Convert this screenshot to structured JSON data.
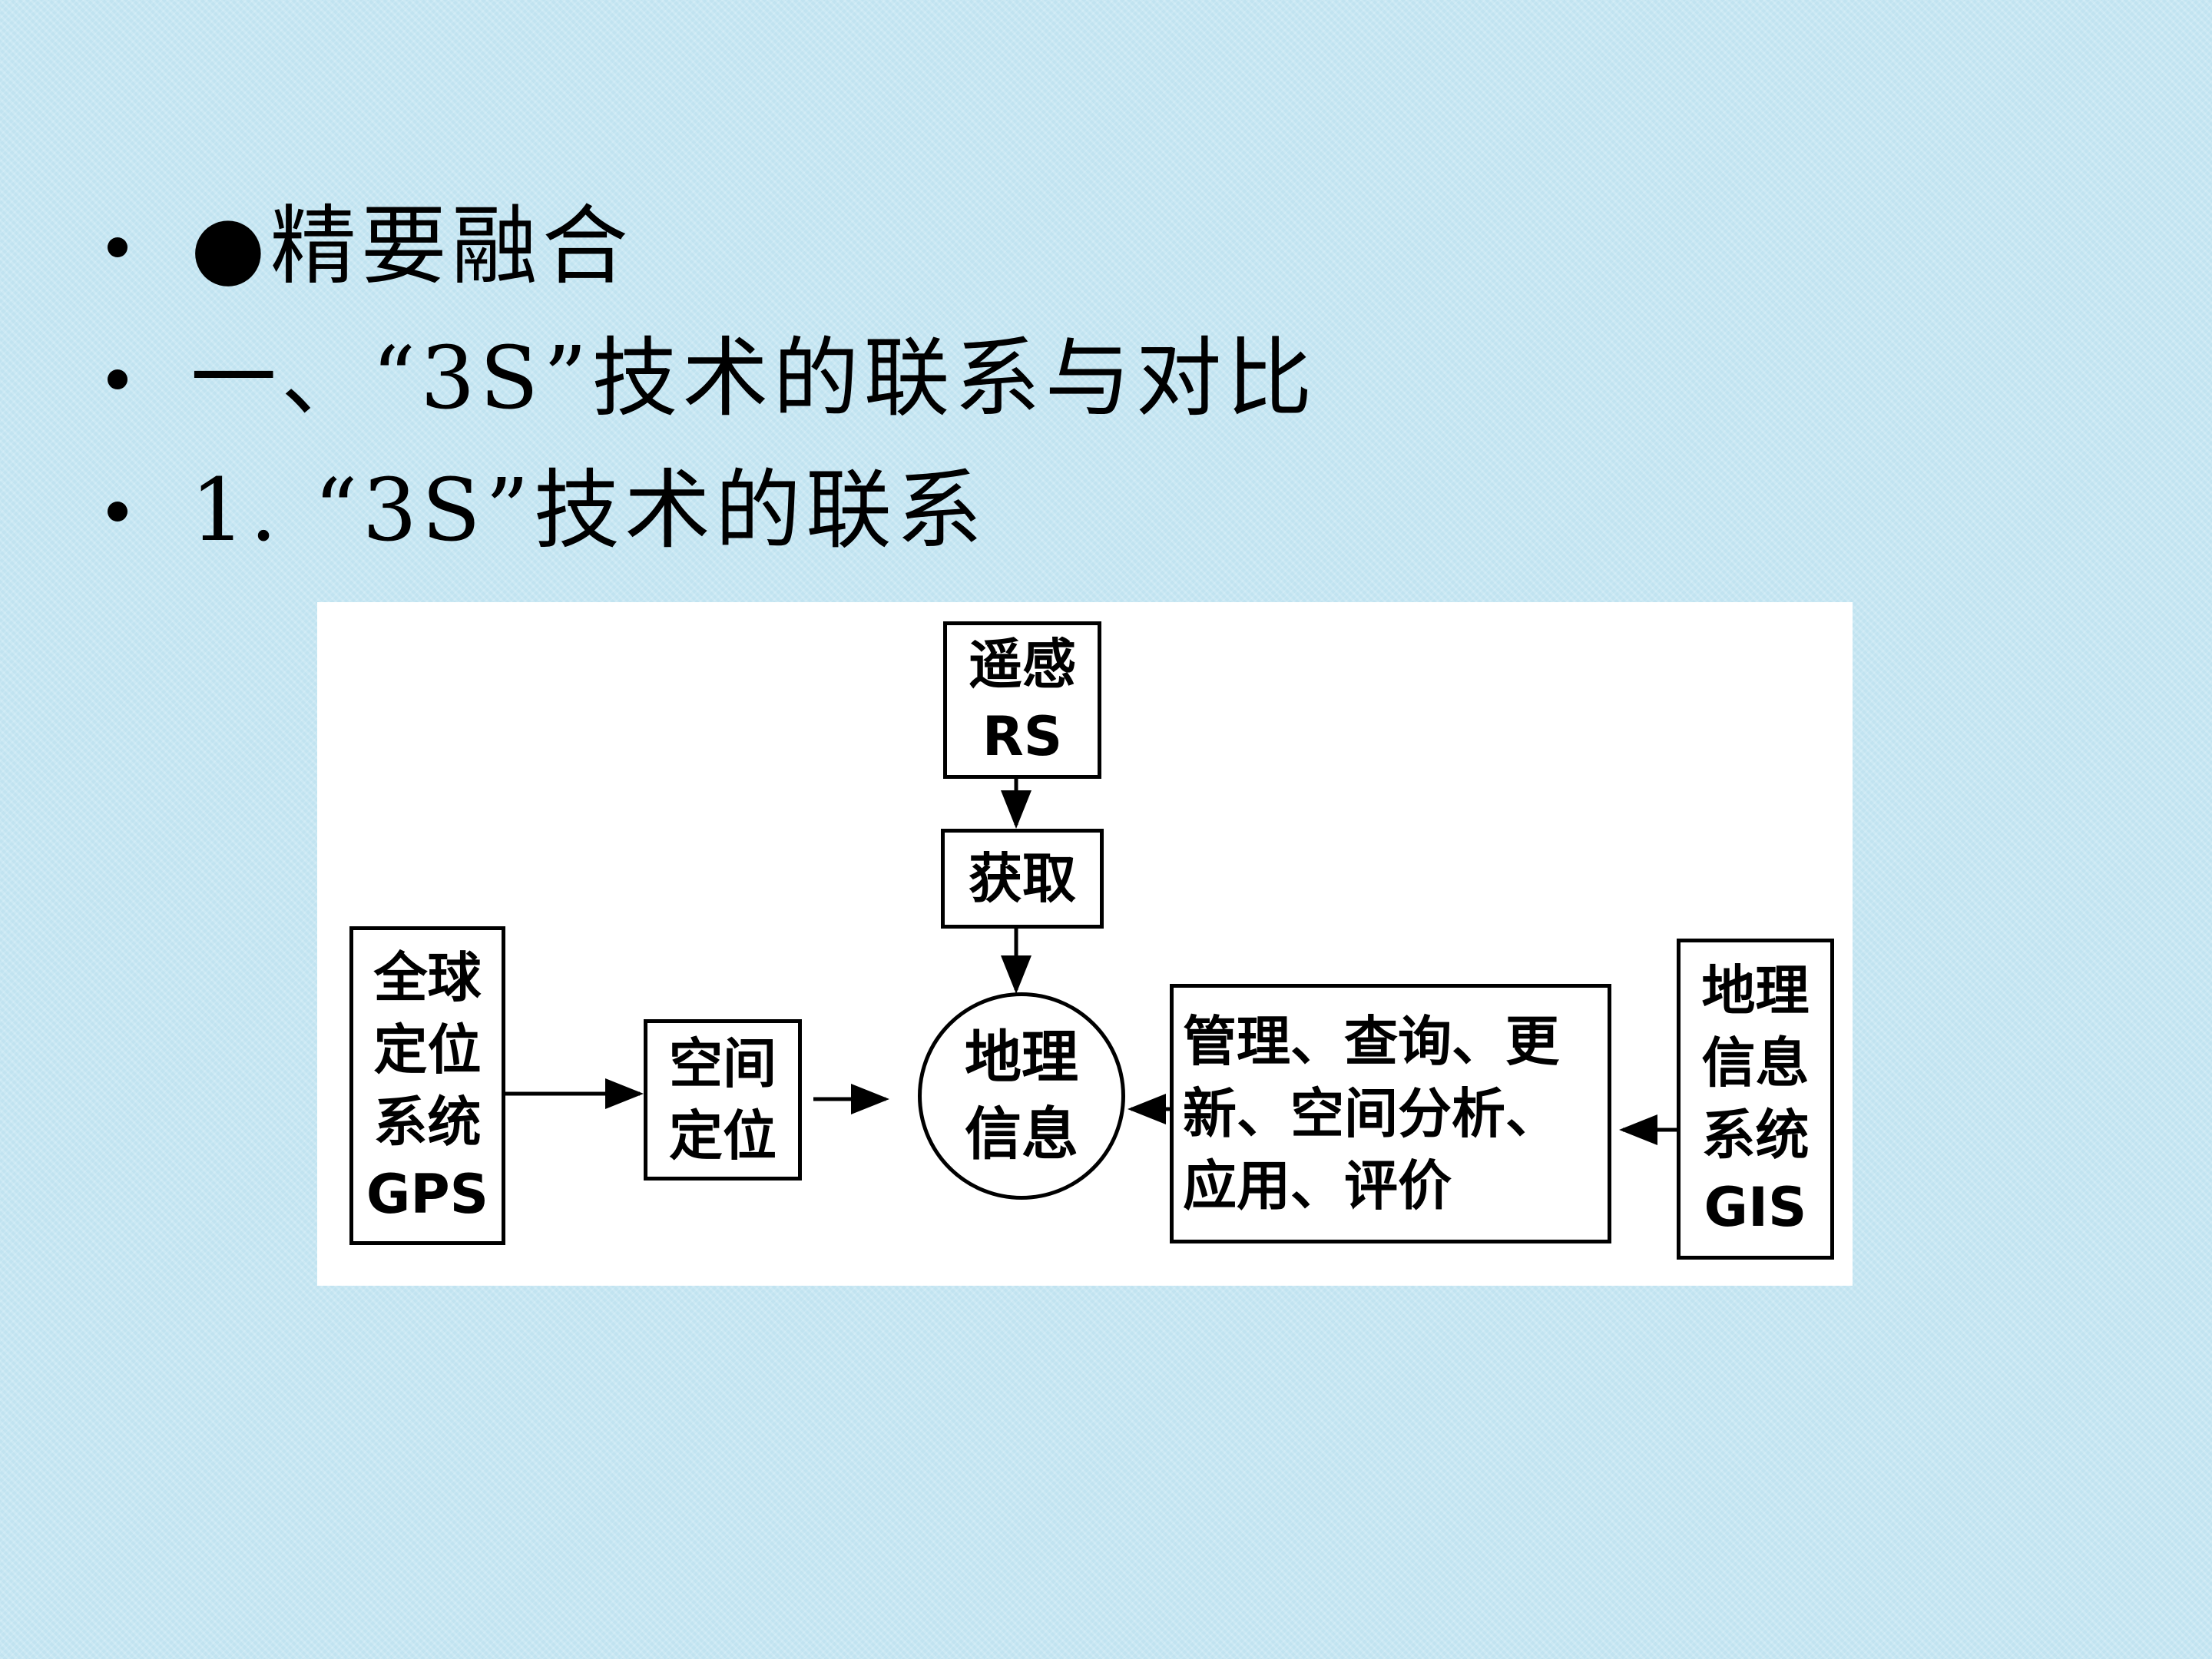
{
  "bullets": [
    "●精要融合",
    "一、“3S”技术的联系与对比",
    "1. “3S”技术的联系"
  ],
  "diagram": {
    "rs": [
      "遥感",
      "RS"
    ],
    "acquire": [
      "获取"
    ],
    "gps": [
      "全球",
      "定位",
      "系统",
      "GPS"
    ],
    "positioning": [
      "空间",
      "定位"
    ],
    "geo_info": [
      "地理",
      "信息"
    ],
    "functions": [
      "管理、查询、更",
      "新、空间分析、",
      "应用、评价"
    ],
    "gis": [
      "地理",
      "信息",
      "系统",
      "GIS"
    ]
  },
  "colors": {
    "background": "#c9e8f4",
    "panel": "#ffffff",
    "ink": "#000000"
  }
}
